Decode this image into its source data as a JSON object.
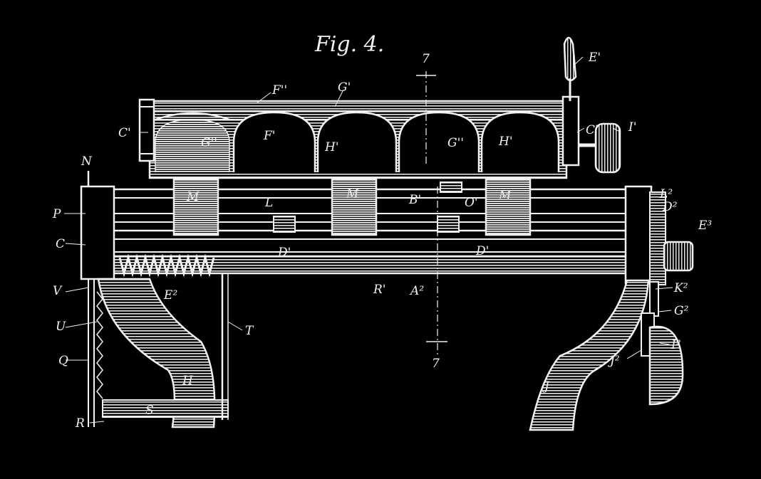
{
  "figure": {
    "title": "Fig. 4.",
    "section_mark_top": "7",
    "section_mark_bottom": "7"
  },
  "labels": {
    "E1": "E'",
    "F2": "F''",
    "G1_top": "G'",
    "C1_left": "C'",
    "C1_right": "C'",
    "G2": "G''",
    "F1": "F'",
    "H1_left": "H'",
    "G_mid": "G''",
    "H1_right": "H'",
    "I1": "I'",
    "N": "N",
    "M_left": "M",
    "L": "L",
    "M_mid": "M",
    "B1": "B'",
    "O1": "O'",
    "M_right": "M",
    "L2": "L²",
    "D2": "D²",
    "P": "P",
    "E3": "E³",
    "C": "C",
    "D1_left": "D'",
    "D1_right": "D'",
    "R1": "R'",
    "E2": "E²",
    "A2": "A²",
    "V": "V",
    "K2": "K²",
    "G2_right": "G²",
    "U": "U",
    "T": "T",
    "Q": "Q",
    "J2": "J²",
    "I2": "I²",
    "H": "H",
    "J": "J",
    "R": "R",
    "S": "S"
  },
  "colors": {
    "background": "#000000",
    "ink": "#f2f2f2",
    "shade": "#d9d9d9"
  }
}
